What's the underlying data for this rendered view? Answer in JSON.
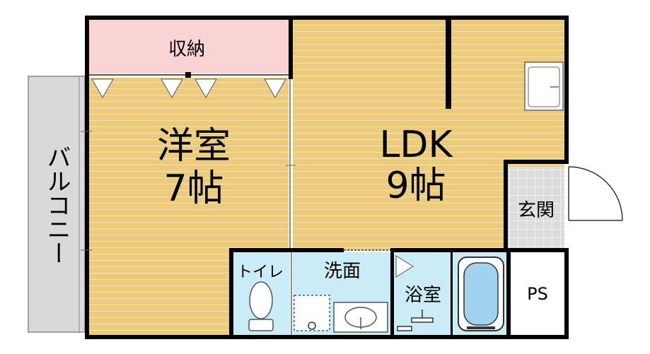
{
  "rooms": {
    "storage": "収納",
    "western_name": "洋室",
    "western_size": "7帖",
    "ldk_name": "LDK",
    "ldk_size": "9帖",
    "entrance": "玄関",
    "toilet": "トイレ",
    "washroom": "洗面",
    "bathroom": "浴室",
    "ps": "PS"
  },
  "balcony": {
    "label": "バルコニー"
  },
  "colors": {
    "floor_wood": "#eccc7c",
    "floor_line": "#f6e3b0",
    "storage": "#f9d2d4",
    "wet_area": "#c9ecf7",
    "balcony": "#d9d9d9",
    "entrance_tile": "#dcdcdc",
    "wall": "#000000"
  }
}
